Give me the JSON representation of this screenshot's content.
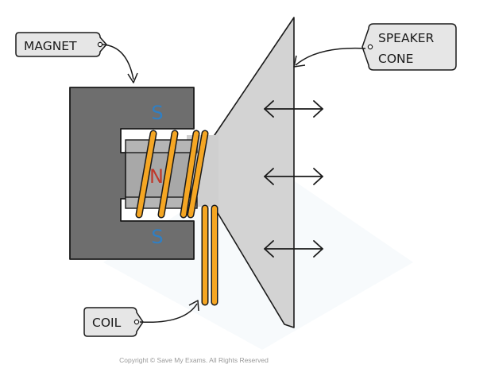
{
  "labels": {
    "magnet": "MAGNET",
    "speaker_line1": "SPEAKER",
    "speaker_line2": "CONE",
    "coil": "COIL"
  },
  "poles": {
    "top": "S",
    "middle": "N",
    "bottom": "S"
  },
  "copyright": "Copyright © Save My Exams. All Rights Reserved",
  "colors": {
    "magnet": "#6e6e6e",
    "cone": "#d0d0d0",
    "core": "#a8a8a8",
    "coil": "#f5a623",
    "south_pole": "#2f7fc4",
    "north_pole": "#c0392b",
    "outline": "#1a1a1a"
  }
}
